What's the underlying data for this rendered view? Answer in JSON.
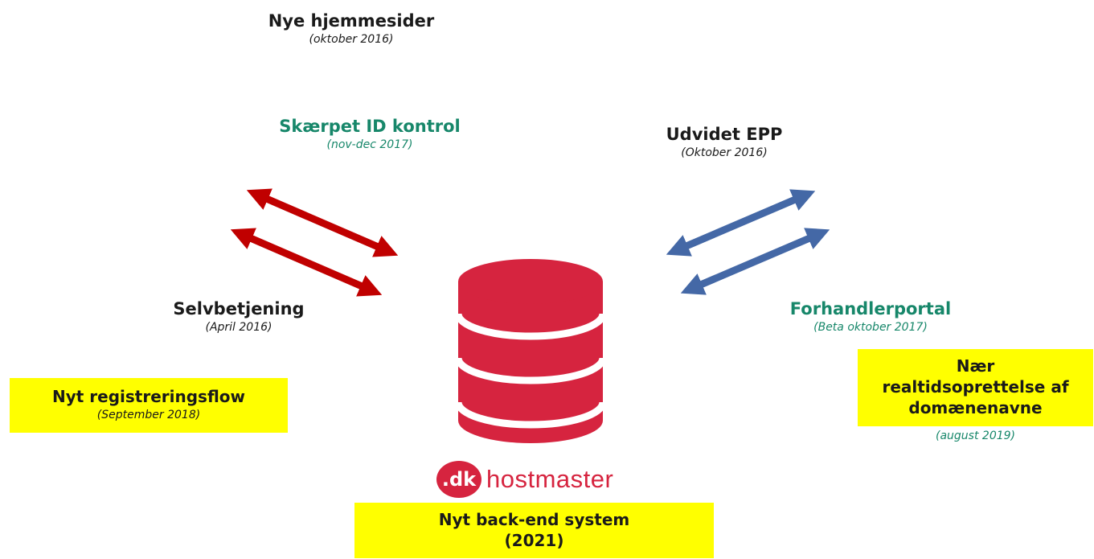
{
  "top": {
    "title": "Nye hjemmesider",
    "sub": "(oktober 2016)"
  },
  "left_upper": {
    "title": "Skærpet ID kontrol",
    "sub": "(nov-dec 2017)"
  },
  "right_upper": {
    "title": "Udvidet EPP",
    "sub": "(Oktober 2016)"
  },
  "left_lower": {
    "title": "Selvbetjening",
    "sub": "(April 2016)"
  },
  "right_lower": {
    "title": "Forhandlerportal",
    "sub": "(Beta oktober 2017)"
  },
  "box_left": {
    "title": "Nyt registreringsflow",
    "sub": "(September 2018)"
  },
  "box_right": {
    "line1": "Nær",
    "line2": "realtidsoprettelse af",
    "line3": "domænenavne",
    "sub": "(august 2019)"
  },
  "box_bottom": {
    "line1": "Nyt back-end system",
    "line2": "(2021)"
  },
  "logo": {
    "badge": ".dk",
    "text": "hostmaster"
  },
  "colors": {
    "red_arrow": "#c00000",
    "blue_arrow": "#4468a6",
    "green_text": "#17876a",
    "highlight": "#ffff00",
    "database": "#d6243f"
  },
  "icons": {
    "database": "database-icon"
  }
}
